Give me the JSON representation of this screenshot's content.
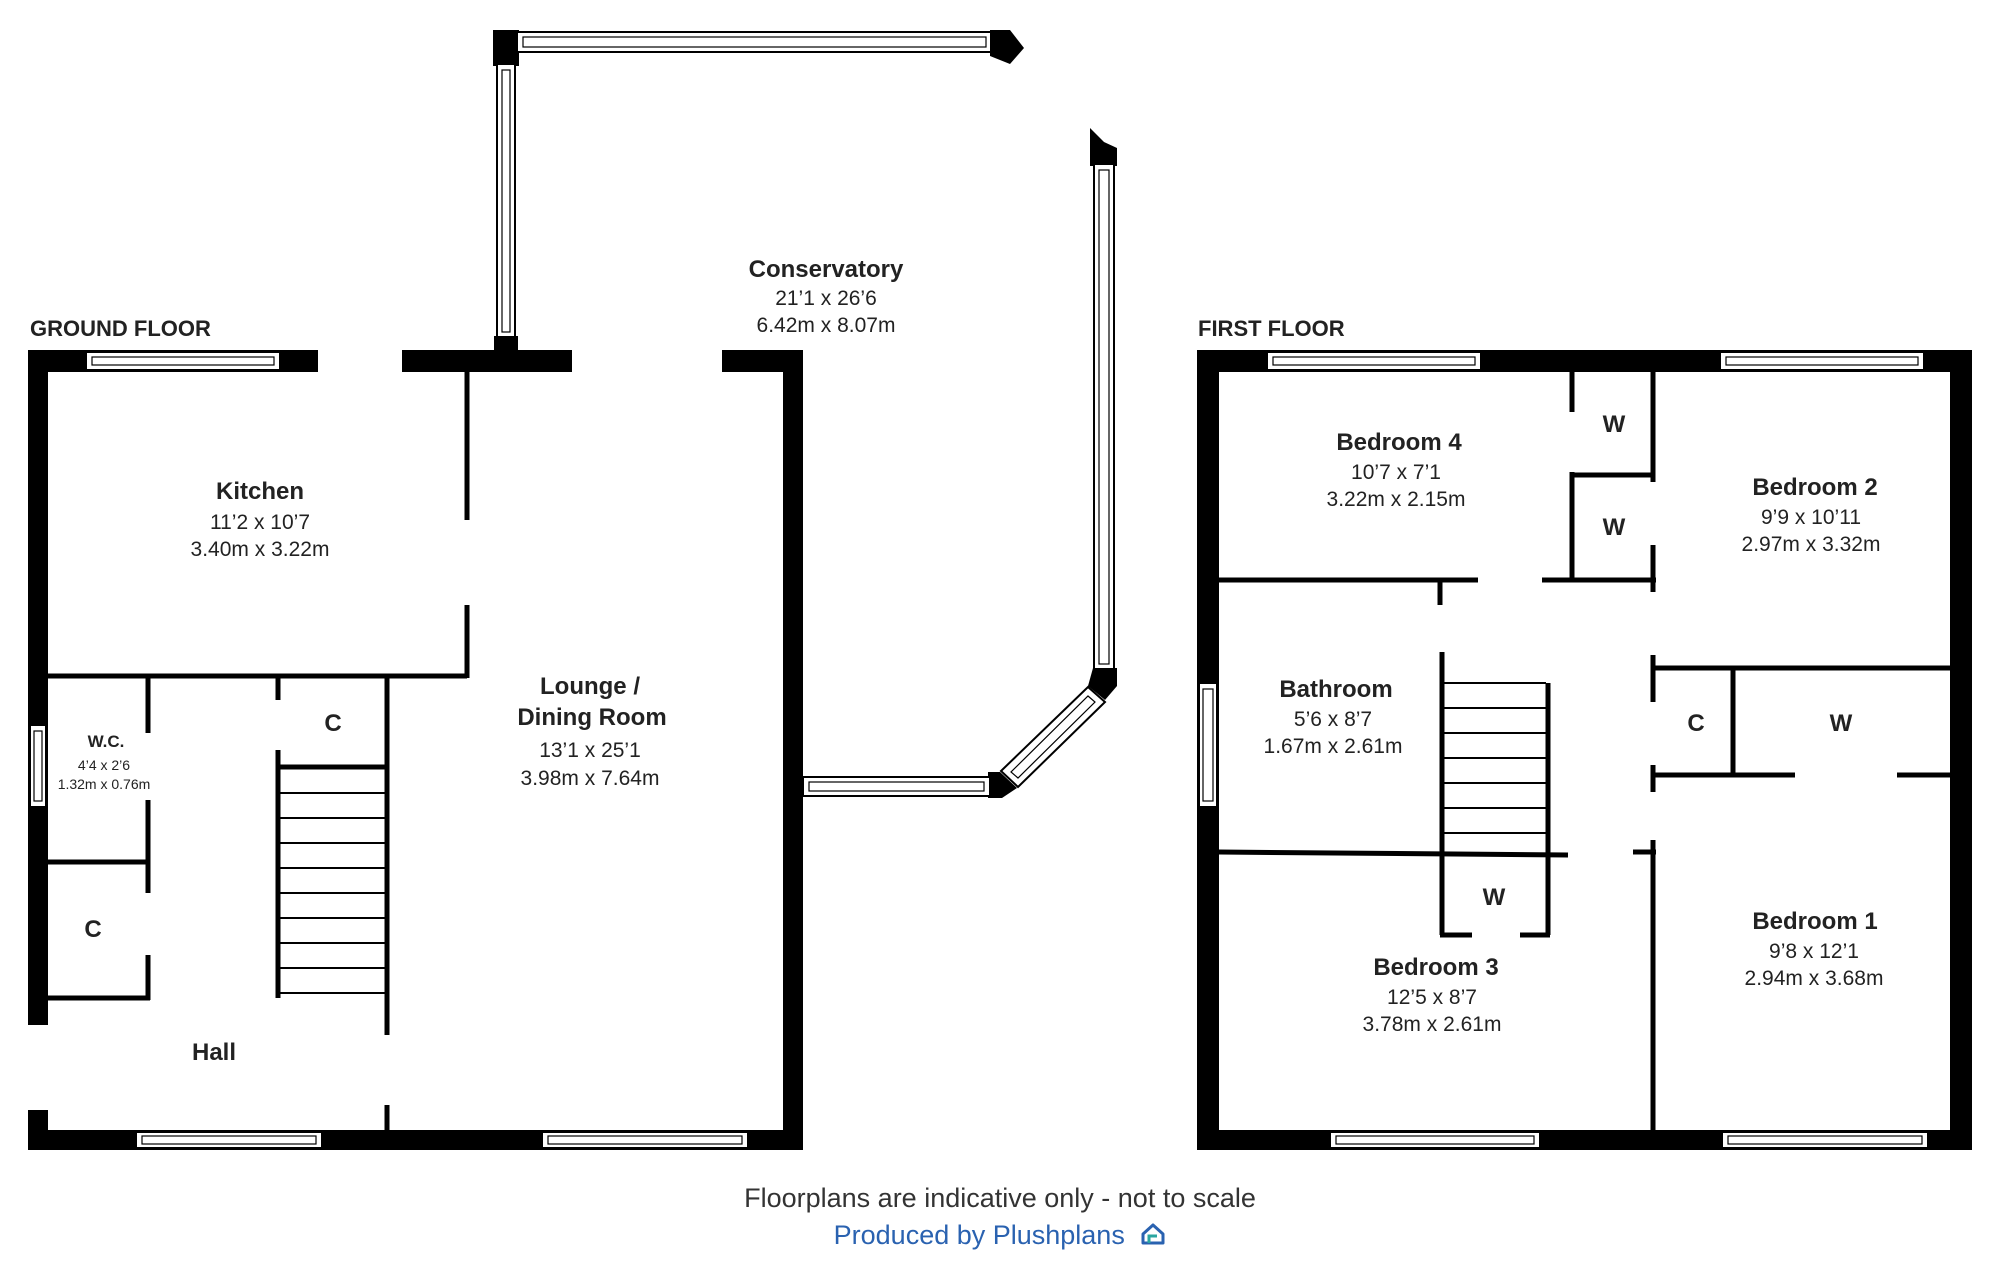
{
  "ground_floor": {
    "label": "GROUND FLOOR",
    "rooms": [
      {
        "name": "Kitchen",
        "imperial": "11’2 x 10’7",
        "metric": "3.40m x 3.22m"
      },
      {
        "name_line1": "Lounge /",
        "name_line2": "Dining Room",
        "imperial": "13’1 x 25’1",
        "metric": "3.98m x 7.64m"
      },
      {
        "name": "Conservatory",
        "imperial": "21’1 x 26’6",
        "metric": "6.42m x 8.07m"
      },
      {
        "name": "W.C.",
        "imperial": "4’4 x 2’6",
        "metric": "1.32m x 0.76m"
      },
      {
        "name": "Hall"
      }
    ],
    "stores": [
      "C",
      "C"
    ]
  },
  "first_floor": {
    "label": "FIRST FLOOR",
    "rooms": [
      {
        "name": "Bedroom 4",
        "imperial": "10’7 x 7’1",
        "metric": "3.22m x 2.15m"
      },
      {
        "name": "Bedroom 2",
        "imperial": "9’9 x 10’11",
        "metric": "2.97m x 3.32m"
      },
      {
        "name": "Bathroom",
        "imperial": "5’6 x 8’7",
        "metric": "1.67m x 2.61m"
      },
      {
        "name": "Bedroom 1",
        "imperial": "9’8 x 12’1",
        "metric": "2.94m x 3.68m"
      },
      {
        "name": "Bedroom 3",
        "imperial": "12’5 x 8’7",
        "metric": "3.78m x 2.61m"
      }
    ],
    "stores": [
      "W",
      "W",
      "C",
      "W",
      "W"
    ]
  },
  "footer": {
    "disclaimer": "Floorplans are indicative only - not to scale",
    "produced_by": "Produced by Plushplans",
    "brand_color": "#2a62b0",
    "icon": "plushplans-logo-icon"
  }
}
